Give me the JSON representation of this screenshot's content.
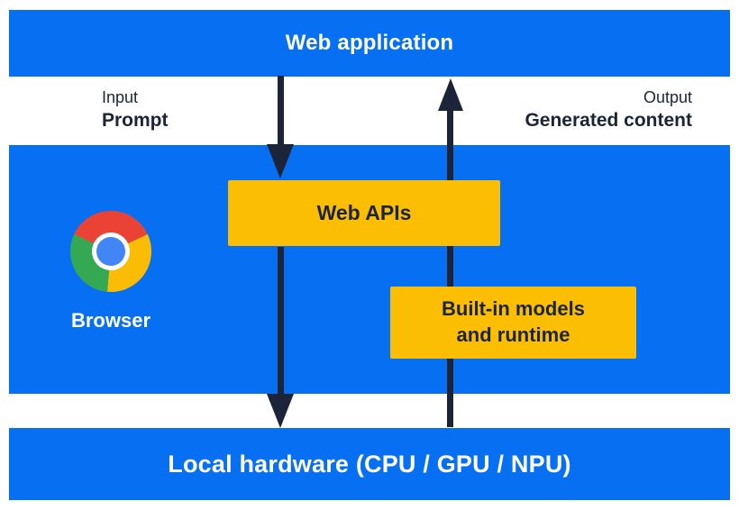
{
  "diagram": {
    "title_band": {
      "label": "Web application"
    },
    "io_labels": {
      "input_kind": "Input",
      "input_value": "Prompt",
      "output_kind": "Output",
      "output_value": "Generated content"
    },
    "browser_band": {
      "label": "Browser",
      "web_apis_box": {
        "label": "Web APIs"
      },
      "builtin_box": {
        "line1": "Built-in models",
        "line2": "and runtime"
      }
    },
    "hardware_band": {
      "label": "Local hardware (CPU / GPU / NPU)"
    }
  },
  "icons": {
    "chrome_logo": "chrome-browser-logo",
    "down_arrow": "downward-flow-arrow",
    "up_arrow": "upward-flow-arrow"
  },
  "colors": {
    "band_blue": "#0770F2",
    "accent_yellow": "#FCBE03",
    "ink_navy": "#1B2438",
    "chrome_red": "#EA4335",
    "chrome_yellow": "#FBBC05",
    "chrome_green": "#34A853",
    "chrome_blue": "#4285F4"
  }
}
